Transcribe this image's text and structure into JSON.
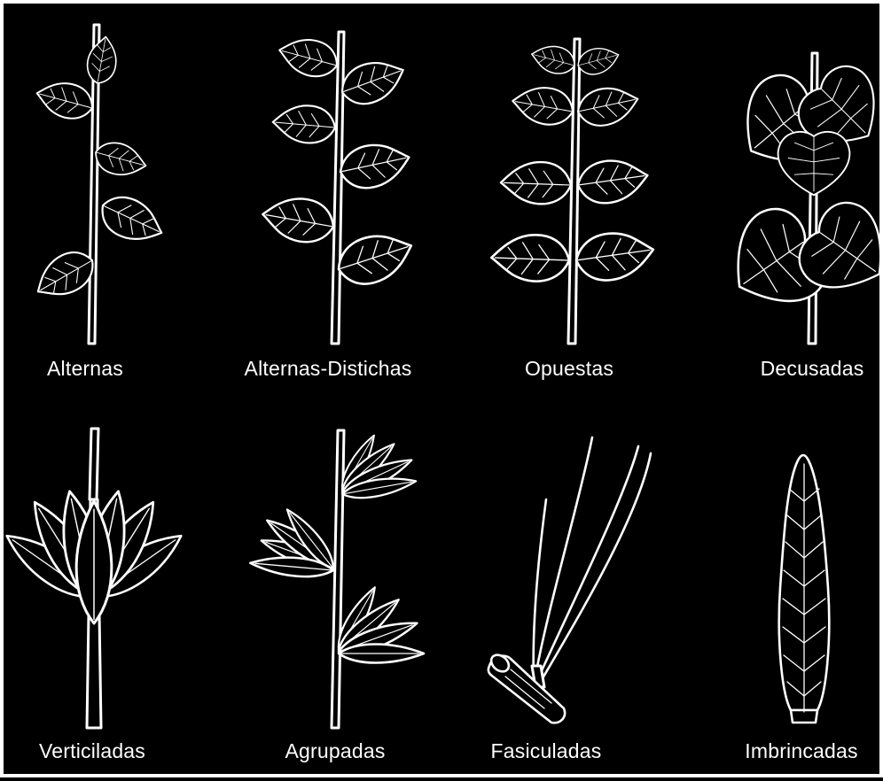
{
  "colors": {
    "background": "#000000",
    "line": "#ffffff"
  },
  "figures": [
    {
      "id": "alternas",
      "label": "Alternas"
    },
    {
      "id": "alternas-distichas",
      "label": "Alternas-Distichas"
    },
    {
      "id": "opuestas",
      "label": "Opuestas"
    },
    {
      "id": "decusadas",
      "label": "Decusadas"
    },
    {
      "id": "verticiladas",
      "label": "Verticiladas"
    },
    {
      "id": "agrupadas",
      "label": "Agrupadas"
    },
    {
      "id": "fasiculadas",
      "label": "Fasiculadas"
    },
    {
      "id": "imbrincadas",
      "label": "Imbrincadas"
    }
  ]
}
